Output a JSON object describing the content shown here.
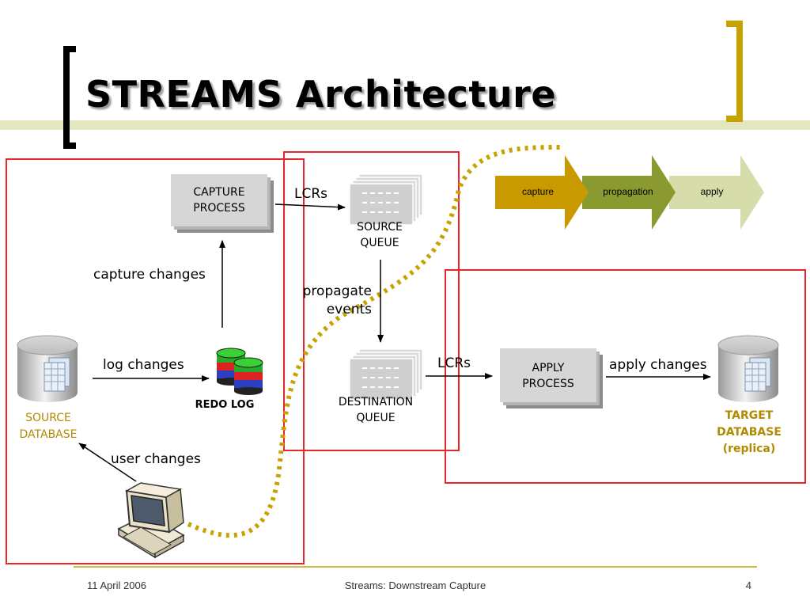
{
  "slide": {
    "title": "STREAMS Architecture"
  },
  "components": {
    "capture_process": "CAPTURE\nPROCESS",
    "source_queue": "SOURCE\nQUEUE",
    "destination_queue": "DESTINATION\nQUEUE",
    "apply_process": "APPLY\nPROCESS",
    "redo_log": "REDO LOG",
    "source_database": "SOURCE\nDATABASE",
    "target_database": "TARGET\nDATABASE\n(replica)"
  },
  "edges": {
    "lcrs_top": "LCRs",
    "lcrs_bottom": "LCRs",
    "capture_changes": "capture changes",
    "propagate_events": "propagate\nevents",
    "log_changes": "log changes",
    "apply_changes": "apply changes",
    "user_changes": "user changes"
  },
  "stages": [
    "capture",
    "propagation",
    "apply"
  ],
  "colors": {
    "frame_red": "#e8252b",
    "accent_gold": "#c8a200",
    "db_label": "#b08a00",
    "stage_capture": "#c99a00",
    "stage_propagation": "#8a9a30",
    "stage_apply": "#d6dcaa"
  },
  "footer": {
    "date": "11 April 2006",
    "center": "Streams: Downstream Capture",
    "page": "4"
  }
}
